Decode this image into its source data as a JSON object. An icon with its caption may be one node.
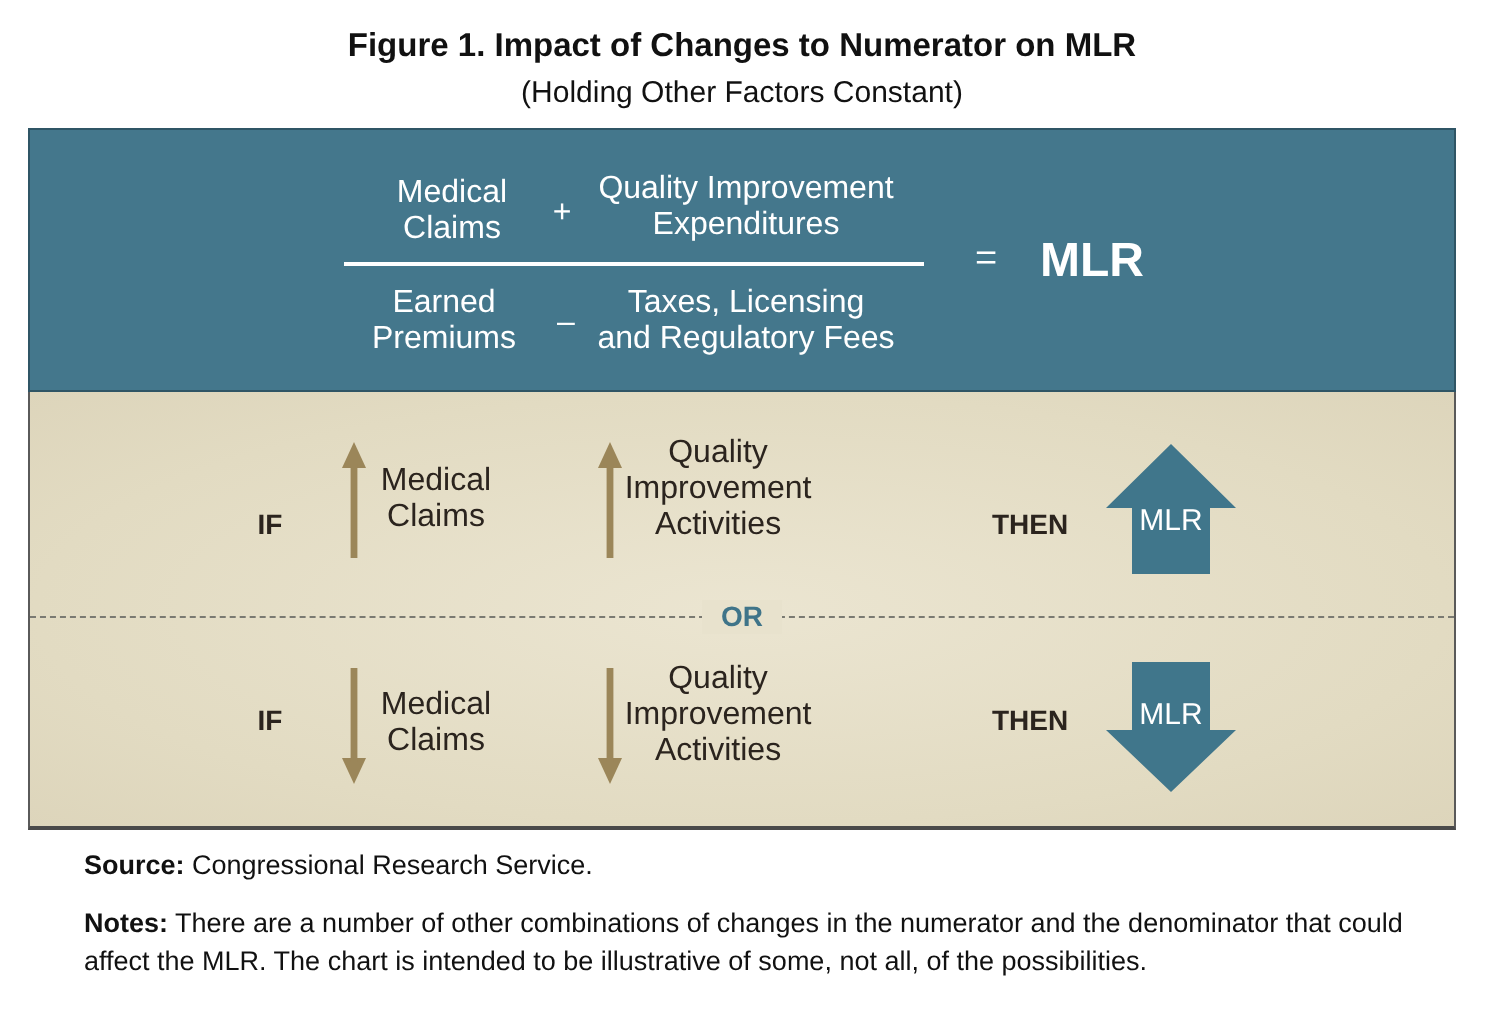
{
  "diagram": {
    "title": "Figure 1. Impact of Changes to Numerator on MLR",
    "nodes": [
      {
        "text": [
          "MLR"
        ]
      },
      {
        "text": [
          "MLR"
        ]
      }
    ],
    "labels": [
      "(Holding Other Factors Constant)",
      "Medical Claims",
      "+",
      "Quality Improvement Expenditures",
      "Earned Premiums",
      "–",
      "Taxes, Licensing and Regulatory Fees",
      "=",
      "MLR",
      "IF",
      "Medical Claims",
      "Quality Improvement Activities",
      "THEN",
      "OR",
      "IF",
      "Medical Claims",
      "Quality Improvement Activities",
      "THEN",
      "**Source:** Congressional Research Service.",
      "**Notes:** There are a number of other combinations of changes in the numerator and the denominator that could affect the MLR. The chart is intended to be illustrative of some, not all, of the possibilities."
    ]
  }
}
